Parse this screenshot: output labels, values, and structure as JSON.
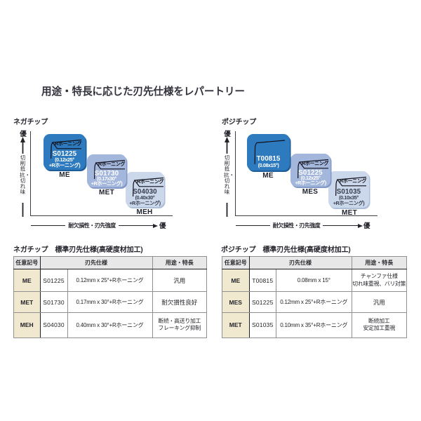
{
  "page": {
    "title": "用途・特長に応じた刃先仕様をレパートリー"
  },
  "colors": {
    "box_dark_blue": "#2d7abf",
    "box_mid_blue": "#a3b6dc",
    "box_light_blue": "#cbd7eb",
    "table_header_bg": "#e8e8e8",
    "table_tag_bg": "#f0e9d0"
  },
  "charts": [
    {
      "label": "ネガチップ",
      "y_axis": {
        "best": "優",
        "label": "切削抵抗・切れ味"
      },
      "x_axis": {
        "best": "優",
        "label": "耐欠損性・刃先強度"
      },
      "boxes": [
        {
          "hone_label": "Rホーニング",
          "code": "S01225",
          "spec_lines": [
            "(0.12x25°",
            "+Rホーニング)"
          ],
          "tag": "ME"
        },
        {
          "hone_label": "Rホーニング",
          "code": "S01730",
          "spec_lines": [
            "(0.17x30°",
            "+Rホーニング)"
          ],
          "tag": "MET"
        },
        {
          "hone_label": "Rホーニング",
          "code": "S04030",
          "spec_lines": [
            "(0.40x30°",
            "+Rホーニング)"
          ],
          "tag": "MEH"
        }
      ]
    },
    {
      "label": "ポジチップ",
      "y_axis": {
        "best": "優",
        "label": "切削抵抗・切れ味"
      },
      "x_axis": {
        "best": "優",
        "label": "耐欠損性・刃先強度"
      },
      "boxes": [
        {
          "hone_label": "",
          "code": "T00815",
          "spec_lines": [
            "(0.08x15°)",
            ""
          ],
          "tag": "ME"
        },
        {
          "hone_label": "Rホーニング",
          "code": "S01225",
          "spec_lines": [
            "(0.12x25°",
            "+Rホーニング)"
          ],
          "tag": "MES"
        },
        {
          "hone_label": "Rホーニング",
          "code": "S01035",
          "spec_lines": [
            "(0.10x35°",
            "+Rホーニング)"
          ],
          "tag": "MET"
        }
      ]
    }
  ],
  "tables": [
    {
      "title": "ネガチップ　標準刃先仕様(高硬度材加工)",
      "headers": {
        "tag": "任意記号",
        "spec": "刃先仕様",
        "use": "用途・特長"
      },
      "rows": [
        {
          "tag": "ME",
          "code": "S01225",
          "dim": "0.12mm x 25°+Rホーニング",
          "use": [
            "汎用",
            ""
          ]
        },
        {
          "tag": "MET",
          "code": "S01730",
          "dim": "0.17mm x 30°+Rホーニング",
          "use": [
            "耐欠損性良好",
            ""
          ]
        },
        {
          "tag": "MEH",
          "code": "S04030",
          "dim": "0.40mm x 30°+Rホーニング",
          "use": [
            "断続・高送り加工",
            "フレーキング抑制"
          ]
        }
      ]
    },
    {
      "title": "ポジチップ　標準刃先仕様(高硬度材加工)",
      "headers": {
        "tag": "任意記号",
        "spec": "刃先仕様",
        "use": "用途・特長"
      },
      "rows": [
        {
          "tag": "ME",
          "code": "T00815",
          "dim": "0.08mm x 15°",
          "use": [
            "チャンファ仕様",
            "切れ味重視、バリ対策"
          ]
        },
        {
          "tag": "MES",
          "code": "S01225",
          "dim": "0.12mm x 25°+Rホーニング",
          "use": [
            "汎用",
            ""
          ]
        },
        {
          "tag": "MET",
          "code": "S01035",
          "dim": "0.10mm x 35°+Rホーニング",
          "use": [
            "断続加工",
            "安定加工重視"
          ]
        }
      ]
    }
  ]
}
